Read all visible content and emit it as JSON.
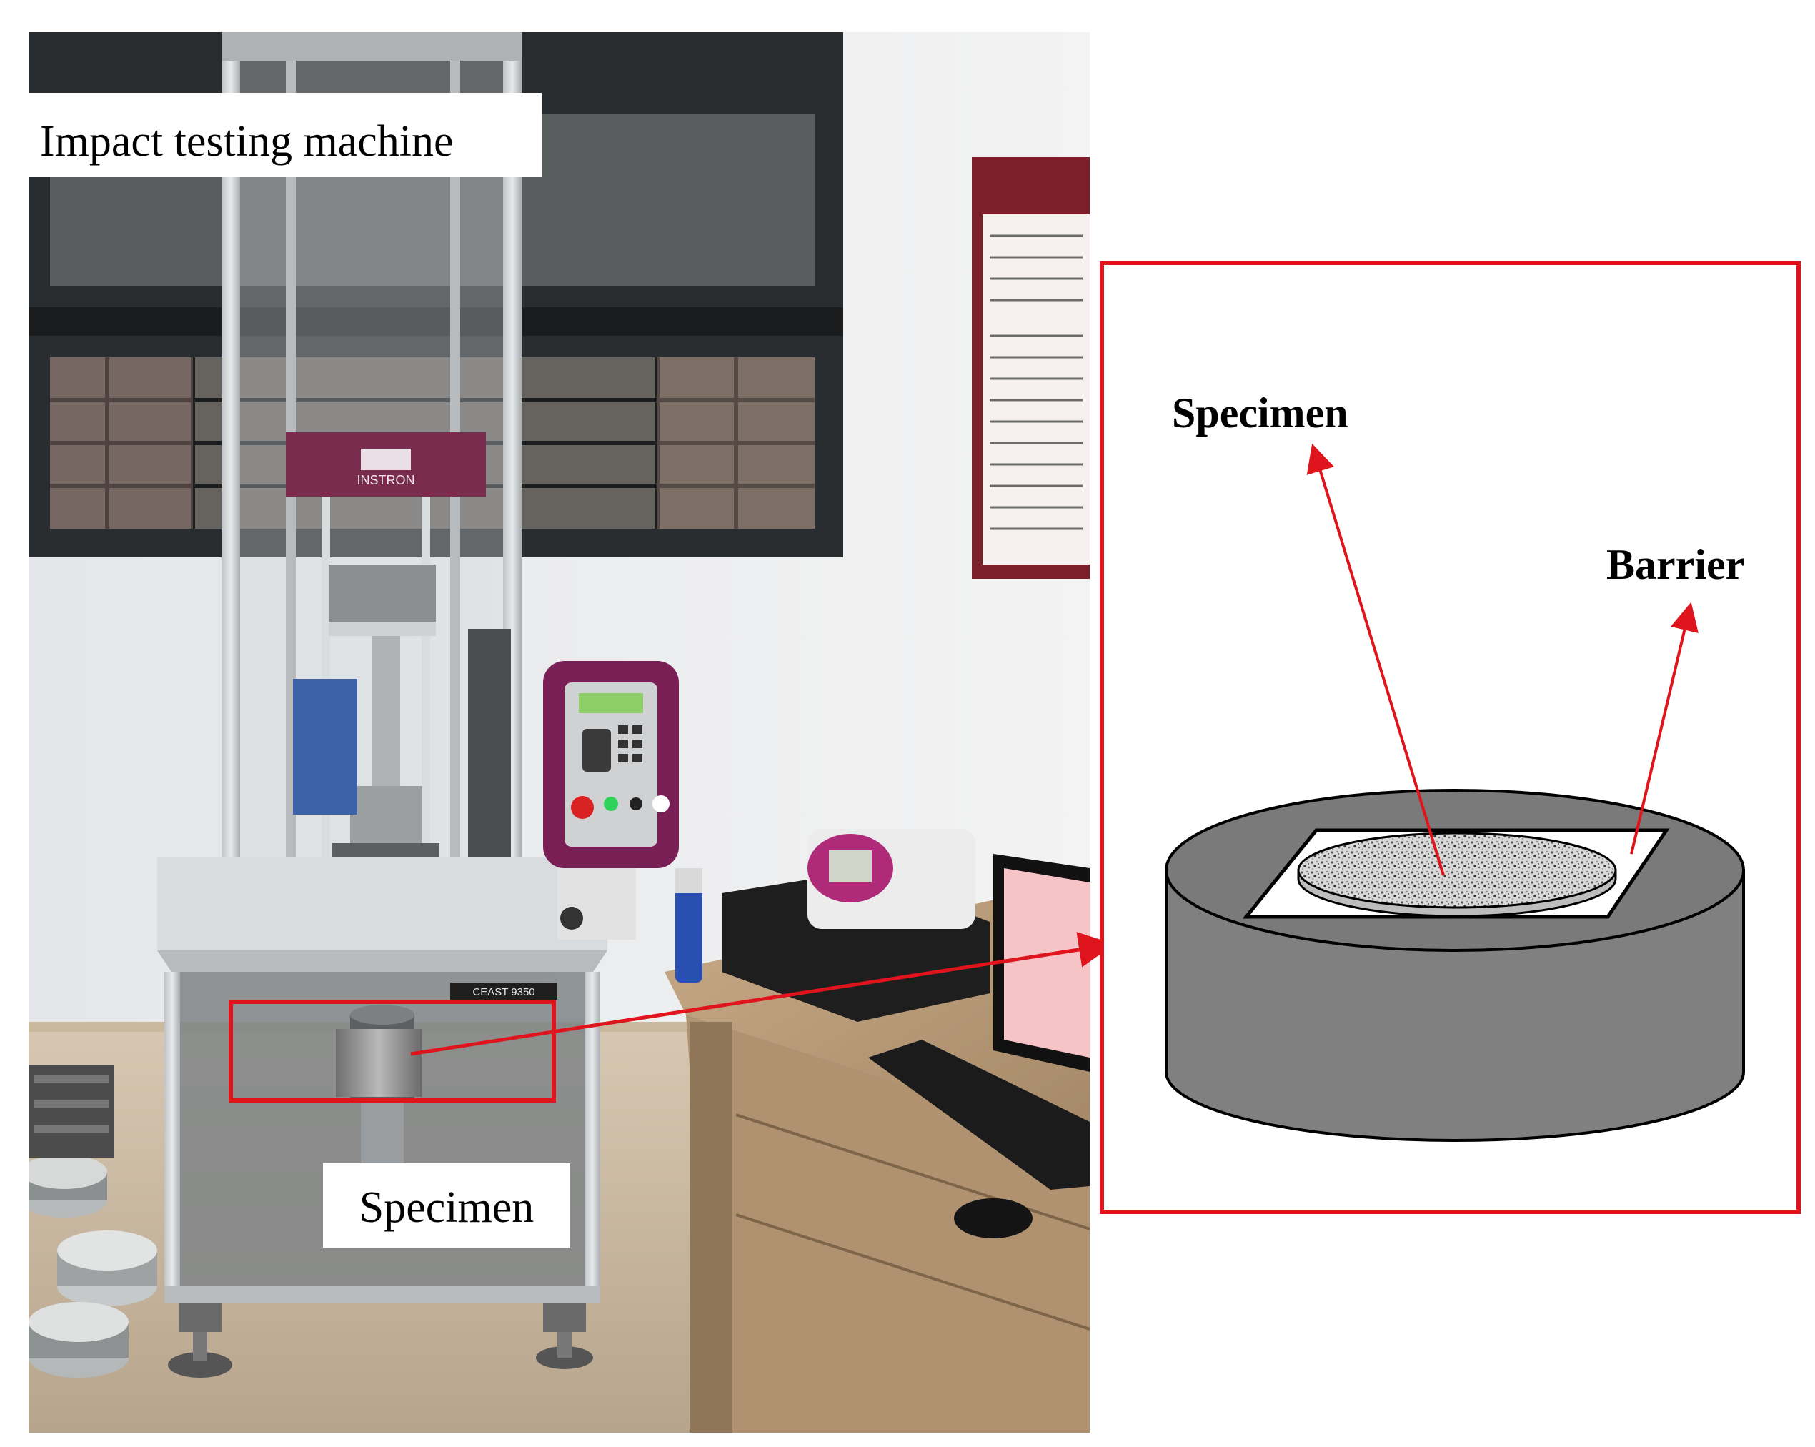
{
  "photo": {
    "machine_label": "Impact testing machine",
    "specimen_label": "Specimen",
    "machine_brand": "INSTRON",
    "machine_model": "CEAST 9350"
  },
  "diagram": {
    "specimen_label": "Specimen",
    "barrier_label": "Barrier"
  },
  "colors": {
    "callout_red": "#e0141c",
    "barrier_gray": "#808080",
    "barrier_top": "#7a7a7a"
  }
}
